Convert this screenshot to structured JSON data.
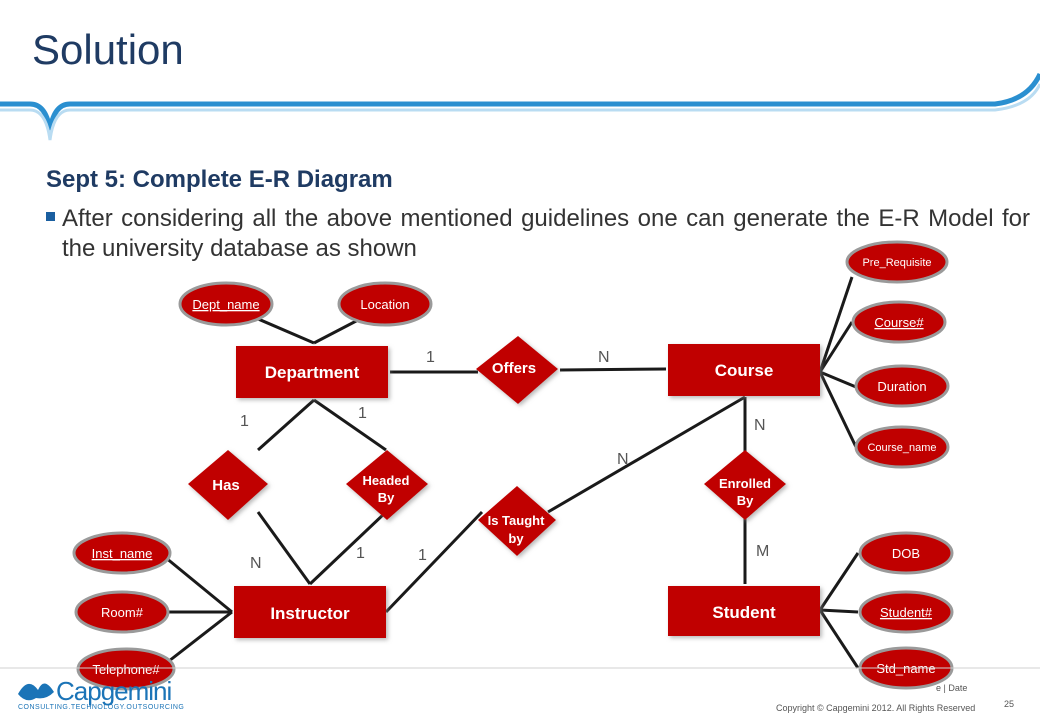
{
  "slide": {
    "title": "Solution",
    "subtitle": "Sept 5: Complete E-R Diagram",
    "bullet": "After considering all the above mentioned guidelines one can generate the E-R Model for the university database as shown"
  },
  "entities": {
    "department": "Department",
    "course": "Course",
    "instructor": "Instructor",
    "student": "Student"
  },
  "relationships": {
    "offers": "Offers",
    "has": "Has",
    "headed_by": [
      "Headed",
      "By"
    ],
    "is_taught_by": [
      "Is Taught",
      "by"
    ],
    "enrolled_by": [
      "Enrolled",
      "By"
    ]
  },
  "attributes": {
    "dept_name": "Dept_name",
    "location": "Location",
    "pre_requisite": "Pre_Requisite",
    "course_no": "Course#",
    "duration": "Duration",
    "course_name": "Course_name",
    "inst_name": "Inst_name",
    "room_no": "Room#",
    "telephone_no": "Telephone#",
    "dob": "DOB",
    "student_no": "Student#",
    "std_name": "Std_name"
  },
  "cardinalities": {
    "offers_dept": "1",
    "offers_course": "N",
    "has_dept": "1",
    "has_inst": "N",
    "headed_dept": "1",
    "headed_inst": "1",
    "taught_inst": "1",
    "taught_course": "N",
    "enrolled_course": "N",
    "enrolled_student": "M"
  },
  "footer": {
    "copyright": "Copyright © Capgemini 2012. All Rights Reserved",
    "page": "25",
    "date_label": "e | Date",
    "logo_word": "Capgemini",
    "logo_tagline": "CONSULTING.TECHNOLOGY.OUTSOURCING"
  },
  "colors": {
    "shape_fill": "#c00000",
    "title": "#1f3b63",
    "wave": "#2a8fd0",
    "line": "#1a1a1a"
  }
}
